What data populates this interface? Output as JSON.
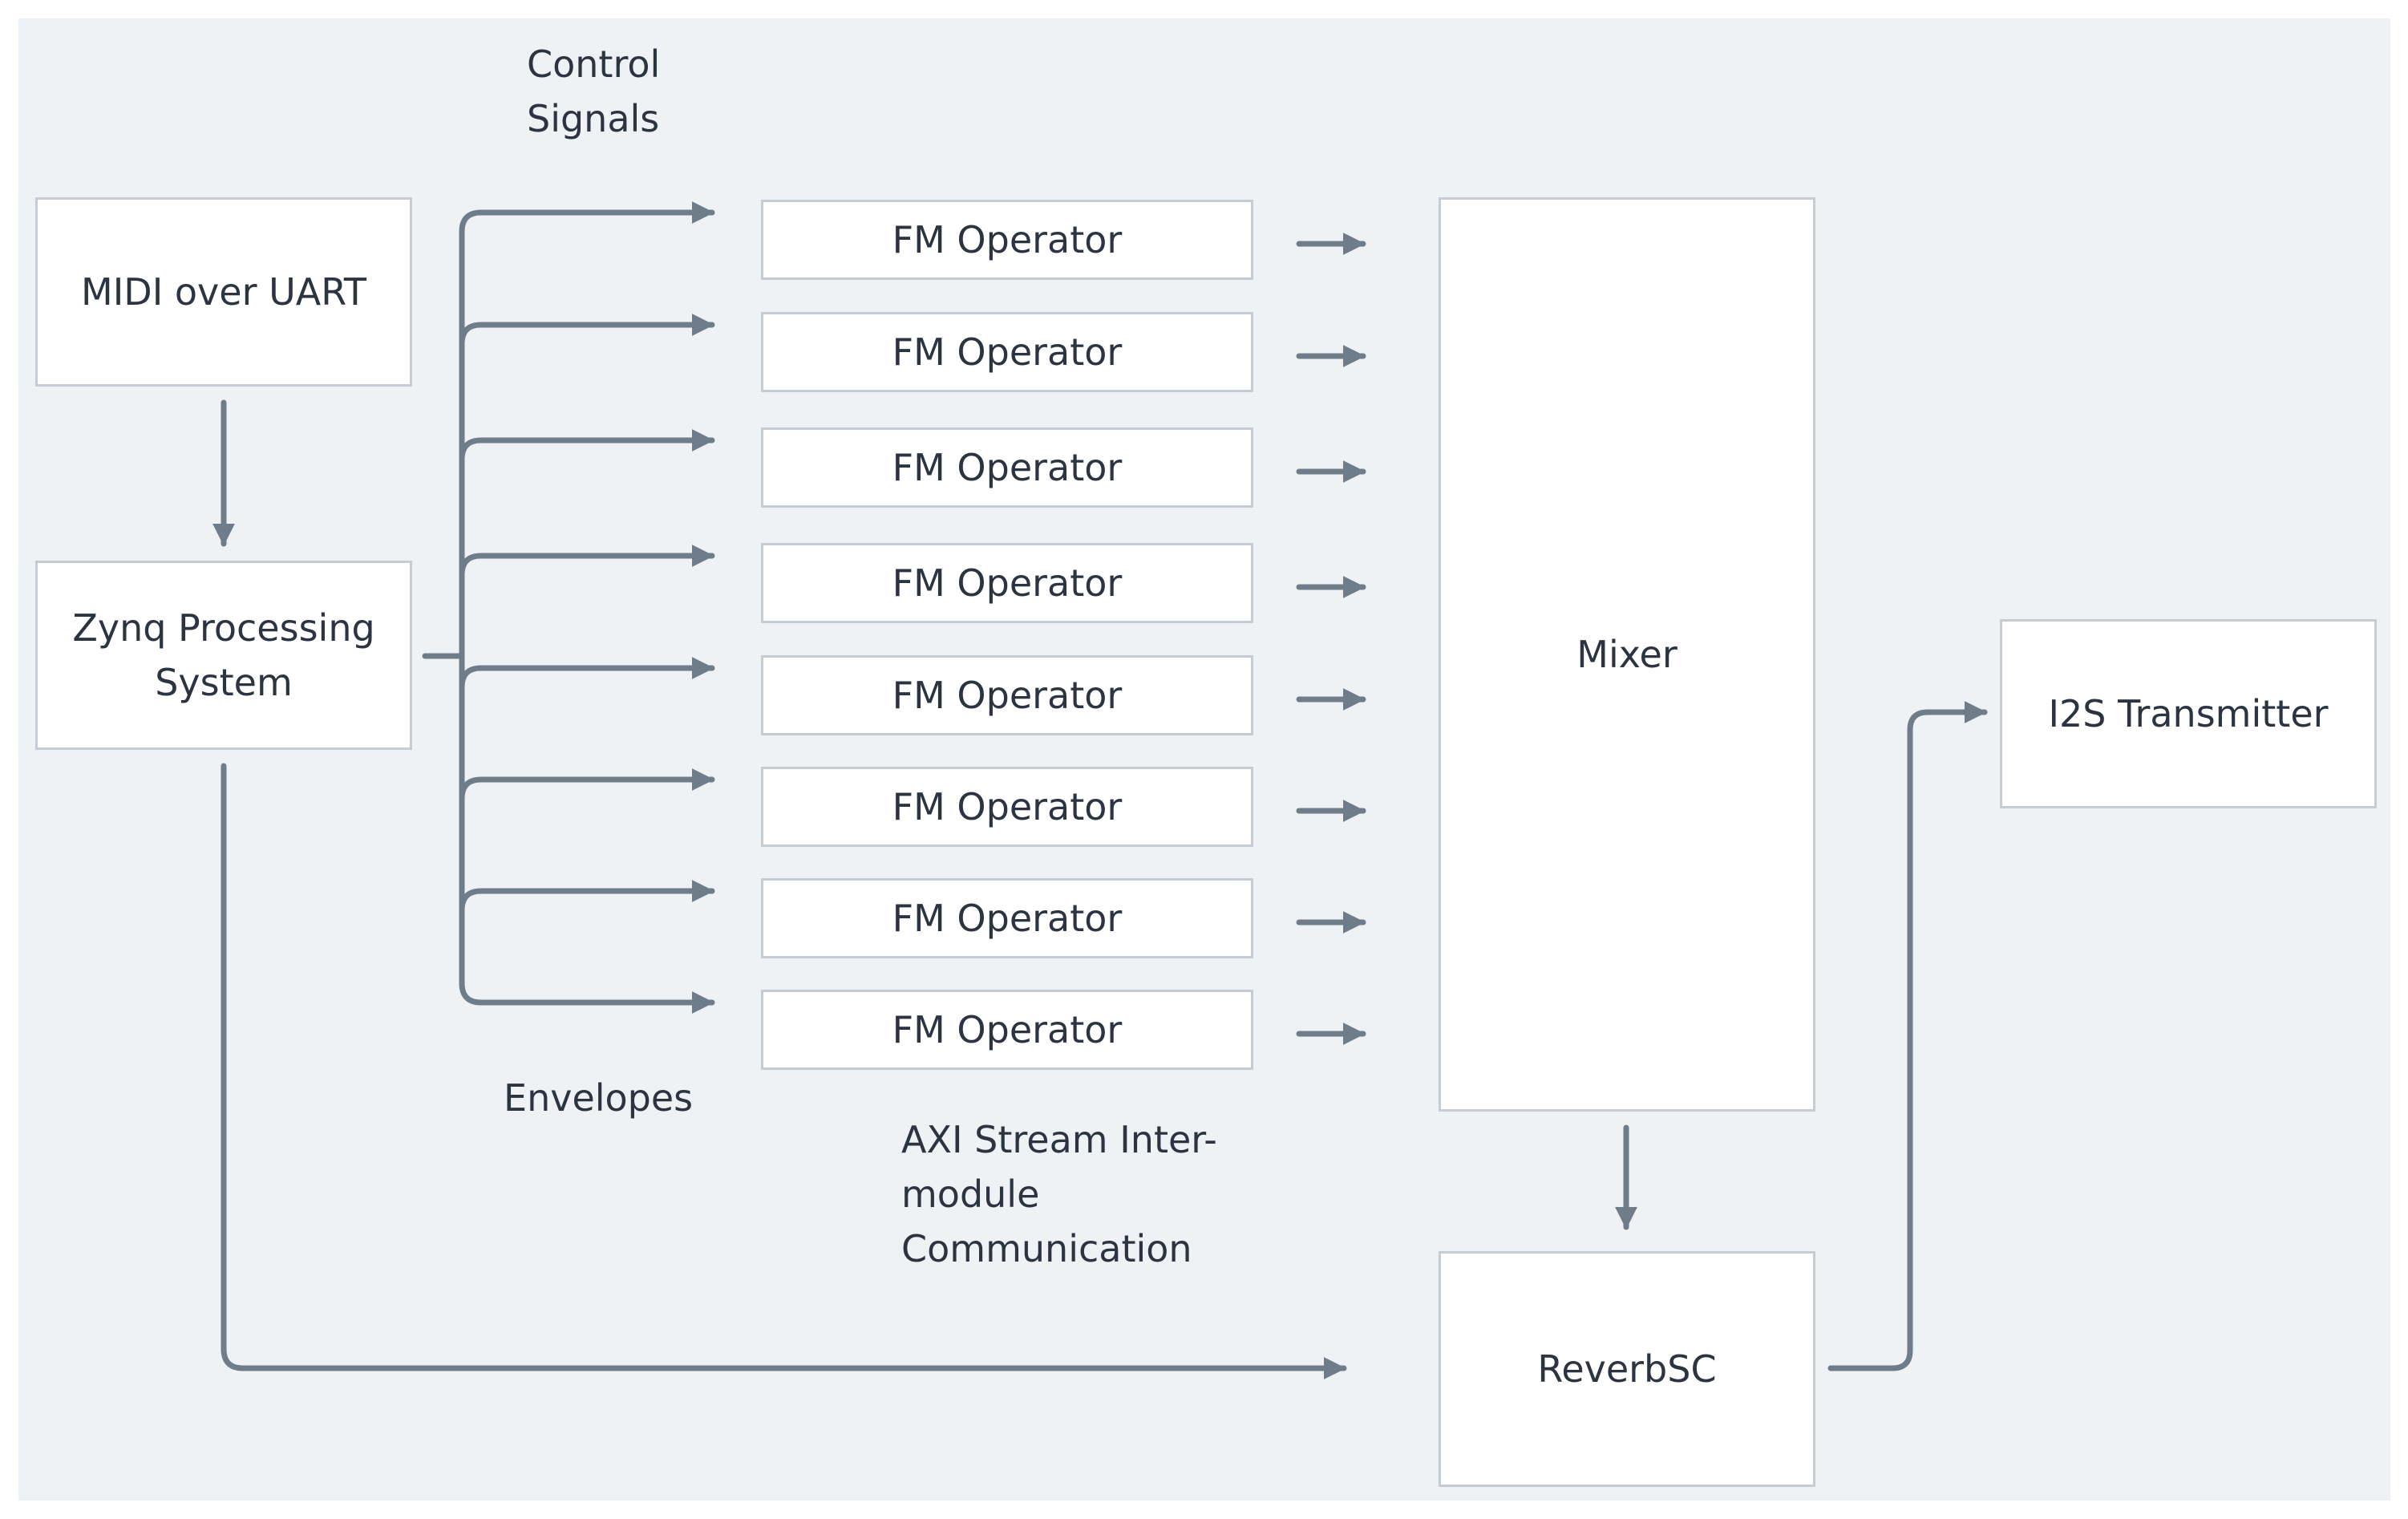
{
  "colors": {
    "background": "#eff2f5",
    "box_fill": "#ffffff",
    "box_border": "#c6ccd4",
    "arrow": "#6f7d8b",
    "text": "#2b3440"
  },
  "nodes": {
    "midi": "MIDI over UART",
    "zynq": "Zynq Processing\nSystem",
    "operators": [
      "FM Operator",
      "FM Operator",
      "FM Operator",
      "FM Operator",
      "FM Operator",
      "FM Operator",
      "FM Operator",
      "FM Operator"
    ],
    "mixer": "Mixer",
    "reverb": "ReverbSC",
    "i2s": "I2S Transmitter"
  },
  "labels": {
    "control_signals": "Control\nSignals",
    "envelopes": "Envelopes",
    "axi": "AXI Stream Inter-\nmodule\nCommunication"
  }
}
